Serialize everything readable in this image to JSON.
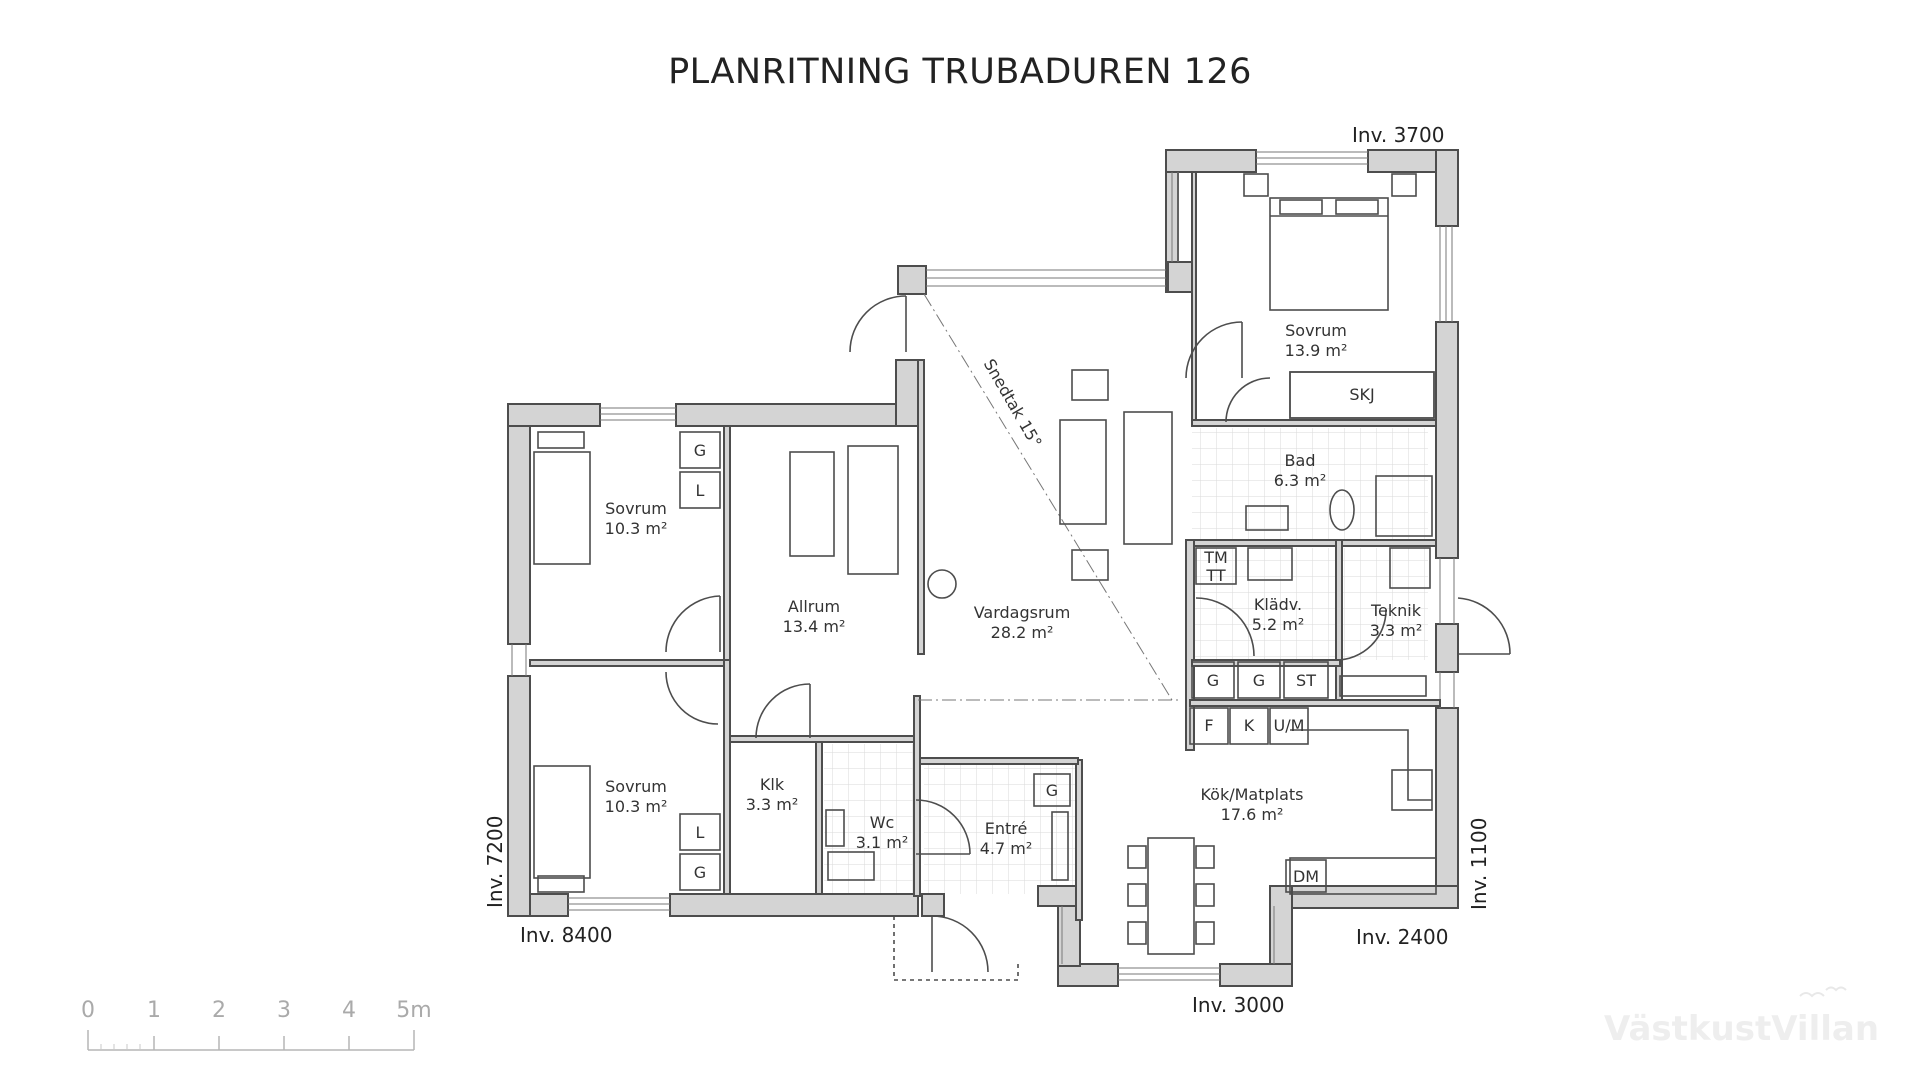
{
  "title": "PLANRITNING TRUBADUREN 126",
  "rooms": [
    {
      "name": "Sovrum",
      "area": "13.9 m²"
    },
    {
      "name": "Bad",
      "area": "6.3 m²"
    },
    {
      "name": "Klädv.",
      "area": "5.2 m²"
    },
    {
      "name": "Teknik",
      "area": "3.3 m²"
    },
    {
      "name": "Sovrum",
      "area": "10.3 m²"
    },
    {
      "name": "Allrum",
      "area": "13.4 m²"
    },
    {
      "name": "Vardagsrum",
      "area": "28.2 m²"
    },
    {
      "name": "Sovrum",
      "area": "10.3 m²"
    },
    {
      "name": "Klk",
      "area": "3.3 m²"
    },
    {
      "name": "Wc",
      "area": "3.1 m²"
    },
    {
      "name": "Entré",
      "area": "4.7 m²"
    },
    {
      "name": "Kök/Matplats",
      "area": "17.6 m²"
    }
  ],
  "fixtures": [
    "SKJ",
    "G",
    "L",
    "TM",
    "TT",
    "G",
    "G",
    "ST",
    "F",
    "K",
    "U/M",
    "G",
    "L",
    "G",
    "DM"
  ],
  "annotation": "Snedtak 15°",
  "elevations": [
    "Inv. 3700",
    "Inv. 7200",
    "Inv. 8400",
    "Inv. 1100",
    "Inv. 2400",
    "Inv. 3000"
  ],
  "scale": {
    "ticks": [
      "0",
      "1",
      "2",
      "3",
      "4",
      "5m"
    ]
  },
  "brand": "VästkustVillan"
}
